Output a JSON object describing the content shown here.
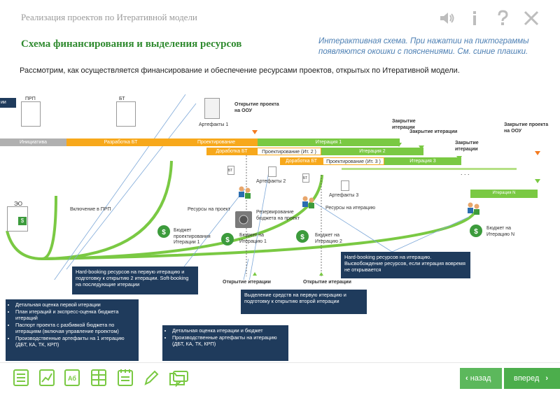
{
  "header": {
    "app_title": "Реализация проектов по Итеративной модели",
    "icons": [
      "speaker-icon",
      "info-icon",
      "help-icon",
      "close-icon"
    ]
  },
  "page_title": "Схема финансирования и выделения ресурсов",
  "hint": "Интерактивная схема. При нажатии на пиктограммы появляются окошки с пояснениями. См. синие плашки.",
  "intro": "Рассмотрим, как осуществляется финансирование и обеспечение ресурсами проектов, открытых по Итеративной модели.",
  "diagram": {
    "doc_prp": "ПРП",
    "doc_bt": "БТ",
    "doc_eo": "ЭО",
    "corner_label": "ии",
    "stages": {
      "initiation": "Инициатива",
      "bt_dev": "Разработка БТ",
      "design": "Проектирование",
      "iter1": "Итерация 1",
      "bt_dev2": "Доработка БТ",
      "design_it2": "Проектирование (Ит. 2 )",
      "iter2": "Итерация 2",
      "bt_dev3": "Доработка БТ",
      "design_it3": "Проектирование (Ит. 3 )",
      "iter3": "Итерация 3",
      "iterN": "Итерация N",
      "dots": ". . ."
    },
    "labels": {
      "opening_oou": "Открытие проекта на ООУ",
      "artifacts1": "Артефакты 1",
      "artifacts2": "Артефакты 2",
      "artifacts3": "Артефакты 3",
      "closing_iter1": "Закрытие итерации",
      "closing_iter2": "Закрытие итерации",
      "closing_iter3": "Закрытие итерации",
      "closing_oou": "Закрытие проекта на ООУ",
      "inclusion_prp": "Включение в ПРП",
      "resources_project": "Ресурсы на проект",
      "reserve_budget": "Резервирование бюджета на проект",
      "resources_iteration": "Ресурсы на итерацию",
      "budget_design": "Бюджет проектирования Итерации 1",
      "budget_iter1": "Бюджет на Итерацию 1",
      "budget_iter2": "Бюджет на Итерацию 2",
      "budget_iterN": "Бюджет на Итерацию N",
      "opening_iter_a": "Открытие итерации",
      "opening_iter_b": "Открытие итерации",
      "bt_small1": "БТ",
      "bt_small2": "БТ",
      "money": "$"
    }
  },
  "notes": {
    "hardbooking1": "Hard-booking ресурсов на первую итерацию и подготовку к открытию 2 итерации. Soft-booking на последующие итерации",
    "hardbooking_iter": "Hard-booking ресурсов на итерацию. Высвобождение ресурсов, если итерация вовремя не открывается",
    "funds": "Выделение средств на первую итерацию и подготовку к открытию второй итерации",
    "left_list": [
      "Детальная оценка первой итерации",
      "План итераций и экспресс-оценка бюджета итераций",
      "Паспорт проекта с разбивкой бюджета по итерациям (включая управление проектом)",
      "Производственные артефакты на 1 итерацию (ДБТ, КА, ТК, КРП)"
    ],
    "mid_list": [
      "Детальная оценка итерации и бюджет",
      "Производственные артефакты на итерацию  (ДБТ, КА, ТК, КРП)"
    ]
  },
  "footer": {
    "icons": [
      "list-icon",
      "chart-icon",
      "glossary-icon",
      "table-icon",
      "notes-icon",
      "edit-icon",
      "folder-icon",
      "comment-icon"
    ],
    "glossary_label": "Аб",
    "back_label": "назад",
    "next_label": "вперед"
  },
  "colors": {
    "green": "#7ac943",
    "orange": "#f7a81b",
    "light_green": "#b5e085",
    "navy": "#1f3b5c",
    "title_green": "#2f8a2f",
    "hint_blue": "#4c7fb3"
  }
}
